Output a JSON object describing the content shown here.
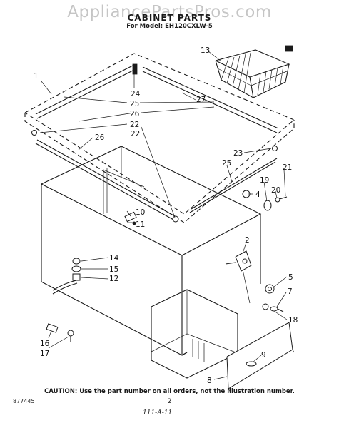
{
  "watermark": "AppliancePartsPros.com",
  "header": {
    "title": "CABINET PARTS",
    "model_line": "For Model: EH120CXLW-5"
  },
  "callouts": {
    "c1": "1",
    "c2": "2",
    "c4": "4",
    "c5": "5",
    "c7": "7",
    "c8": "8",
    "c9": "9",
    "c10": "10",
    "c11": "11",
    "c12": "12",
    "c13": "13",
    "c14": "14",
    "c15": "15",
    "c16": "16",
    "c17": "17",
    "c18": "18",
    "c19": "19",
    "c20": "20",
    "c21": "21",
    "c22a": "22",
    "c22b": "22",
    "c23": "23",
    "c24": "24",
    "c25a": "25",
    "c25b": "25",
    "c26a": "26",
    "c26b": "26",
    "c27": "27"
  },
  "footer": {
    "caution": "CAUTION: Use the part number on all orders, not the illustration number.",
    "catalog_number": "877445",
    "page_number": "2",
    "date_code": "111-A-11"
  }
}
